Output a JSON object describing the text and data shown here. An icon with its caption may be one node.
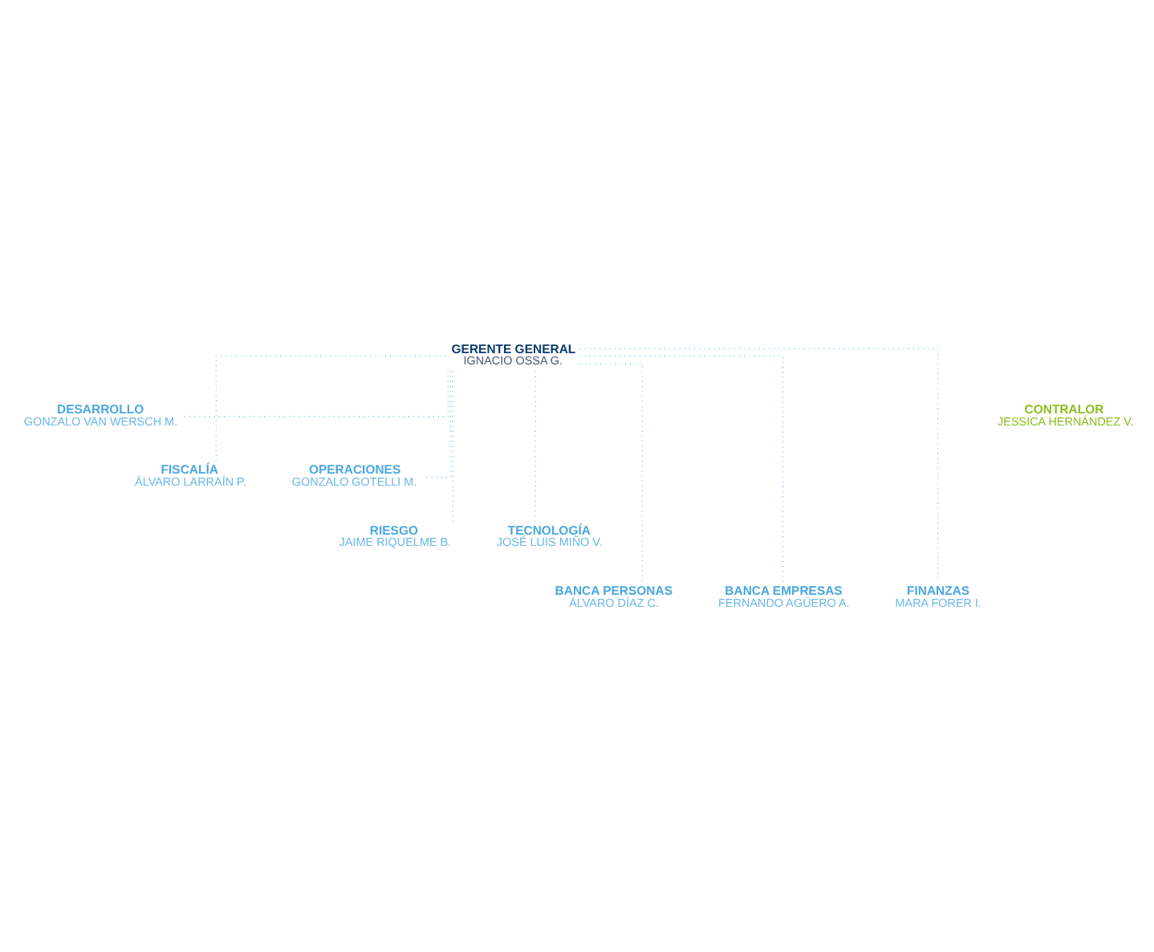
{
  "diagram": {
    "nodes": [
      {
        "text": [
          "GERENTE GENERAL",
          "IGNACIO OSSA G."
        ]
      },
      {
        "text": [
          "CONTRALOR",
          "JESSICA HERNÁNDEZ V."
        ]
      },
      {
        "text": [
          "DESARROLLO",
          "GONZALO VAN WERSCH M."
        ]
      },
      {
        "text": [
          "FISCALÍA",
          "ÁLVARO LARRAÍN P."
        ]
      },
      {
        "text": [
          "OPERACIONES",
          "GONZALO GOTELLI M."
        ]
      },
      {
        "text": [
          "RIESGO",
          "JAIME RIQUELME B."
        ]
      },
      {
        "text": [
          "TECNOLOGÍA",
          "JOSÉ LUIS MIÑO V."
        ]
      },
      {
        "text": [
          "BANCA PERSONAS",
          "ÁLVARO DÍAZ C."
        ]
      },
      {
        "text": [
          "BANCA EMPRESAS",
          "FERNANDO AGÜERO A."
        ]
      },
      {
        "text": [
          "FINANZAS",
          "MARA FORER I."
        ]
      }
    ],
    "edges": [
      {
        "from": 0,
        "to": 2,
        "arrow": "none"
      },
      {
        "from": 0,
        "to": 3,
        "arrow": "none"
      },
      {
        "from": 0,
        "to": 4,
        "arrow": "none"
      },
      {
        "from": 0,
        "to": 5,
        "arrow": "none"
      },
      {
        "from": 0,
        "to": 6,
        "arrow": "none"
      },
      {
        "from": 0,
        "to": 7,
        "arrow": "none"
      },
      {
        "from": 0,
        "to": 8,
        "arrow": "none"
      },
      {
        "from": 0,
        "to": 9,
        "arrow": "none"
      }
    ]
  }
}
